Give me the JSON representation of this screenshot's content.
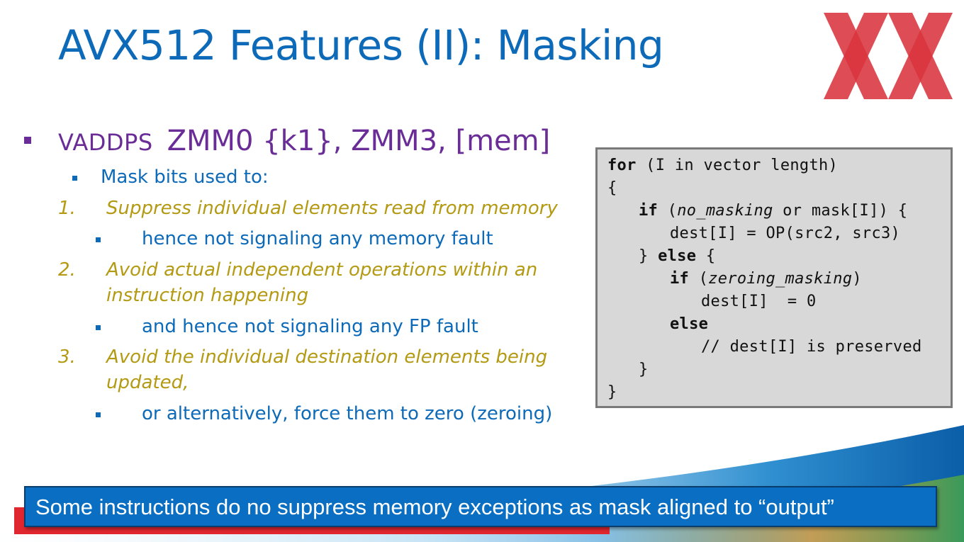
{
  "slide": {
    "title": "AVX512 Features (II):  Masking",
    "bullet": {
      "opcode": "VADDPS",
      "operands": "ZMM0 {k1}, ZMM3, [mem]"
    },
    "sub_bullet": "Mask bits used to:",
    "items": [
      {
        "num": "1.",
        "lines": [
          "Suppress individual elements read from memory"
        ],
        "note": "hence not signaling any memory fault"
      },
      {
        "num": "2.",
        "lines": [
          "Avoid actual independent operations within an",
          "instruction happening"
        ],
        "note": "and hence not signaling any FP fault"
      },
      {
        "num": "3.",
        "lines": [
          "Avoid the individual destination elements being",
          "updated,"
        ],
        "note": "or alternatively, force them to zero (zeroing)"
      }
    ],
    "code": {
      "l1_kw": "for",
      "l1_rest": " (I in vector length)",
      "l2": "{",
      "l3_kw": "if",
      "l3_a": " (",
      "l3_it": "no_masking",
      "l3_b": " or mask[I]) {",
      "l4": "dest[I] = OP(src2, src3)",
      "l5_a": "} ",
      "l5_kw": "else",
      "l5_b": " {",
      "l6_kw": "if",
      "l6_a": " (",
      "l6_it": "zeroing_masking",
      "l6_b": ")",
      "l7": "dest[I]  = 0",
      "l8_kw": "else",
      "l9": "// dest[I] is preserved",
      "l10": "}",
      "l11": "}"
    },
    "banner": "Some instructions do no suppress memory exceptions as mask aligned to “output”",
    "colors": {
      "title_blue": "#0d6ab8",
      "opcode_purple": "#6a2d97",
      "numbered_gold": "#b39a12",
      "banner_blue": "#0a6fc2",
      "logo_red": "#d9343d"
    }
  }
}
